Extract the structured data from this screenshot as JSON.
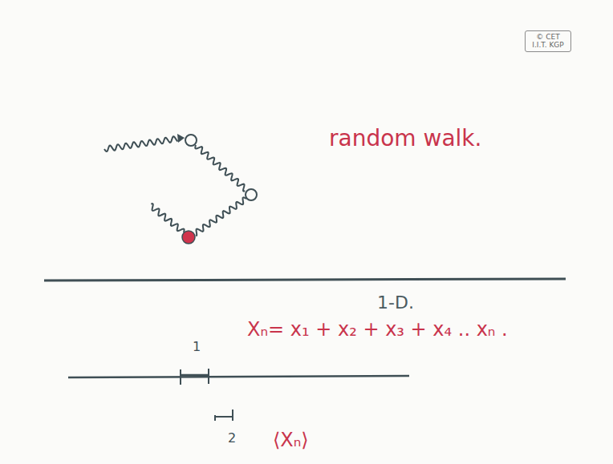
{
  "diagram": {
    "nodes": [
      {
        "text": [
          "© CET I.I.T. KGP"
        ]
      }
    ],
    "labels": [
      "random walk.",
      "1-D.",
      "Xₙ= x₁ + x₂ + x₃ + x₄ .. xₙ .",
      "1",
      "2",
      "⟨Xₙ⟩"
    ]
  }
}
